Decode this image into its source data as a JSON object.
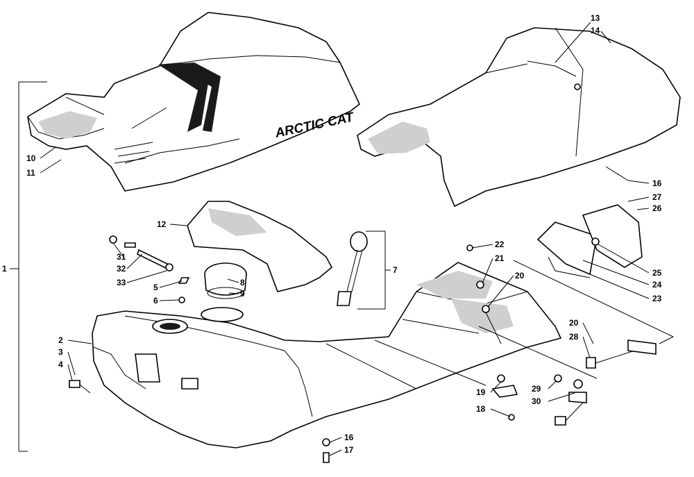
{
  "brand_text": "ARCTIC CAT",
  "callouts": {
    "c1": "1",
    "c2": "2",
    "c3": "3",
    "c4": "4",
    "c5": "5",
    "c6": "6",
    "c7": "7",
    "c8": "8",
    "c9": "9",
    "c10": "10",
    "c11": "11",
    "c12": "12",
    "c13": "13",
    "c14": "14",
    "c16a": "16",
    "c16b": "16",
    "c17": "17",
    "c18": "18",
    "c19": "19",
    "c20a": "20",
    "c20b": "20",
    "c21": "21",
    "c22": "22",
    "c23": "23",
    "c24": "24",
    "c25": "25",
    "c26": "26",
    "c27": "27",
    "c28": "28",
    "c29": "29",
    "c30": "30",
    "c31": "31",
    "c32": "32",
    "c33": "33"
  }
}
